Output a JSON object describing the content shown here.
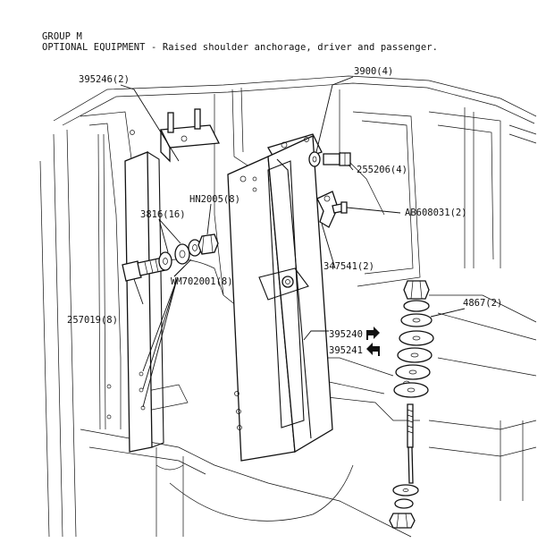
{
  "header": {
    "group": "GROUP M",
    "caption": "OPTIONAL EQUIPMENT - Raised shoulder anchorage, driver and passenger."
  },
  "callouts": {
    "c395246": "395246(2)",
    "c3900": "3900(4)",
    "c255206": "255206(4)",
    "cHN2005": "HN2005(8)",
    "c3816": "3816(16)",
    "cAB608031": "AB608031(2)",
    "c347541": "347541(2)",
    "cWM702001": "WM702001(8)",
    "c4867": "4867(2)",
    "c257019": "257019(8)",
    "c395240": "395240",
    "c395241": "395241"
  },
  "icons": {
    "right_arrow": "right-hand-arrow-icon",
    "left_arrow": "left-hand-arrow-icon"
  }
}
